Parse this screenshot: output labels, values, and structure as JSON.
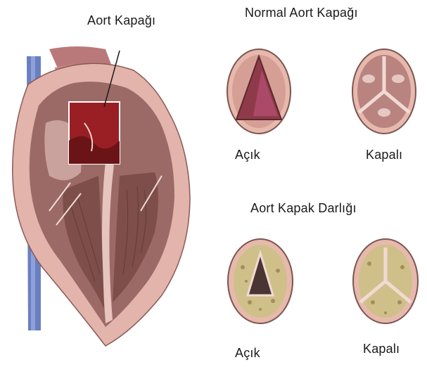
{
  "labels": {
    "aortic_valve": "Aort Kapağı",
    "normal_valve": "Normal Aort Kapağı",
    "open": "Açık",
    "closed": "Kapalı",
    "stenosis": "Aort Kapak Darlığı"
  },
  "colors": {
    "heart_outer": "#e2b4ac",
    "heart_muscle": "#9c6a66",
    "heart_dark": "#6e3f3d",
    "aorta_red": "#9a1f25",
    "vein_blue": "#6a7fc0",
    "valve_ring": "#e7b9ad",
    "calcification": "#cfc08a"
  }
}
